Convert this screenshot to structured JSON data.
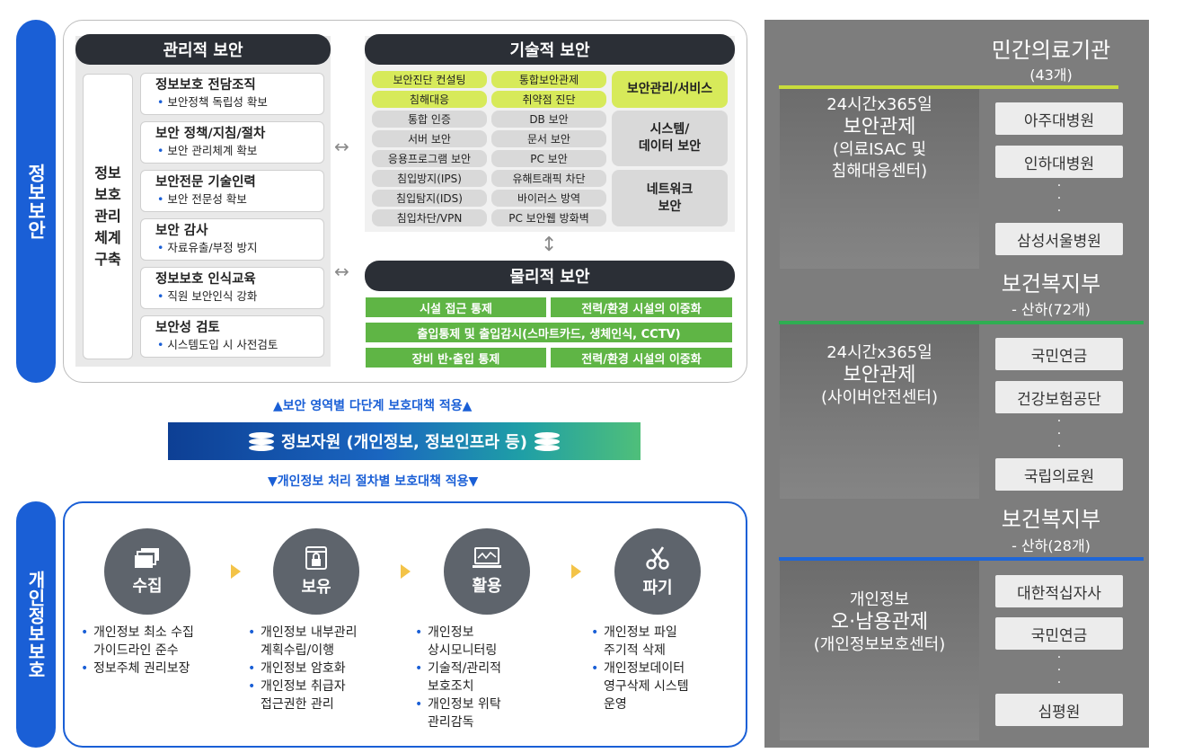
{
  "side": {
    "top_label": "정보보안",
    "bottom_label": "개인정보보호"
  },
  "management": {
    "header": "관리적 보안",
    "left_label_lines": [
      "정보",
      "보호",
      "관리",
      "체계",
      "구축"
    ],
    "items": [
      {
        "title": "정보보호 전담조직",
        "sub": "보안정책 독립성 확보"
      },
      {
        "title": "보안 정책/지침/절차",
        "sub": "보안 관리체계 확보"
      },
      {
        "title": "보안전문 기술인력",
        "sub": "보안 전문성 확보"
      },
      {
        "title": "보안 감사",
        "sub": "자료유출/부정 방지"
      },
      {
        "title": "정보보호 인식교육",
        "sub": "직원 보안인식 강화"
      },
      {
        "title": "보안성 검토",
        "sub": "시스템도입 시 사전검토"
      }
    ]
  },
  "technical": {
    "header": "기술적 보안",
    "col1": [
      "보안진단 컨설팅",
      "침해대응",
      "통합 인증",
      "서버 보안",
      "응용프로그램 보안",
      "침입방지(IPS)",
      "침입탐지(IDS)",
      "침입차단/VPN"
    ],
    "col2": [
      "통합보안관제",
      "취약점 진단",
      "DB 보안",
      "문서 보안",
      "PC 보안",
      "유해트래픽 차단",
      "바이러스 방역",
      "PC 보안웹 방화벽"
    ],
    "groups": [
      "보안관리/서비스",
      "시스템/\n데이터 보안",
      "네트워크\n보안"
    ]
  },
  "physical": {
    "header": "물리적 보안",
    "row1": [
      "시설 접근 통제",
      "전력/환경 시설의 이중화"
    ],
    "row2": "출입통제 및 출입감시(스마트카드, 생체인식, CCTV)",
    "row3": [
      "장비 반·출입 통제",
      "전력/환경 시설의 이중화"
    ]
  },
  "apply_top": "▲보안 영역별 다단계 보호대책 적용▲",
  "banner": "정보자원 (개인정보, 정보인프라 등)",
  "apply_bottom": "▼개인정보 처리 절차별 보호대책 적용▼",
  "privacy": {
    "steps": [
      {
        "label": "수집",
        "icon": "stack-icon",
        "bullets": [
          "개인정보 최소 수집\n가이드라인 준수",
          "정보주체 권리보장"
        ]
      },
      {
        "label": "보유",
        "icon": "lock-window-icon",
        "bullets": [
          "개인정보 내부관리\n계획수립/이행",
          "개인정보 암호화",
          "개인정보 취급자\n접근권한 관리"
        ]
      },
      {
        "label": "활용",
        "icon": "monitor-icon",
        "bullets": [
          "개인정보\n상시모니터링",
          "기술적/관리적\n보호조치",
          "개인정보 위탁\n관리감독"
        ]
      },
      {
        "label": "파기",
        "icon": "scissors-icon",
        "bullets": [
          "개인정보 파일\n주기적 삭제",
          "개인정보데이터\n영구삭제 시스템\n운영"
        ]
      }
    ]
  },
  "right": {
    "sections": [
      {
        "title": "민간의료기관",
        "subtitle": "(43개)",
        "line_color": "#c9dc3c",
        "left_lines": [
          "24시간x365일",
          "보안관제",
          "(의료ISAC 및",
          "침해대응센터)"
        ],
        "boxes": [
          "아주대병원",
          "인하대병원",
          "삼성서울병원"
        ]
      },
      {
        "title": "보건복지부",
        "subtitle": "- 산하(72개)",
        "line_color": "#2fae52",
        "left_lines": [
          "24시간x365일",
          "보안관제",
          "(사이버안전센터)"
        ],
        "boxes": [
          "국민연금",
          "건강보험공단",
          "국립의료원"
        ]
      },
      {
        "title": "보건복지부",
        "subtitle": "- 산하(28개)",
        "line_color": "#1f66d6",
        "left_lines": [
          "개인정보",
          "오·남용관제",
          "(개인정보보호센터)"
        ],
        "boxes": [
          "대한적십자사",
          "국민연금",
          "심평원"
        ]
      }
    ]
  }
}
